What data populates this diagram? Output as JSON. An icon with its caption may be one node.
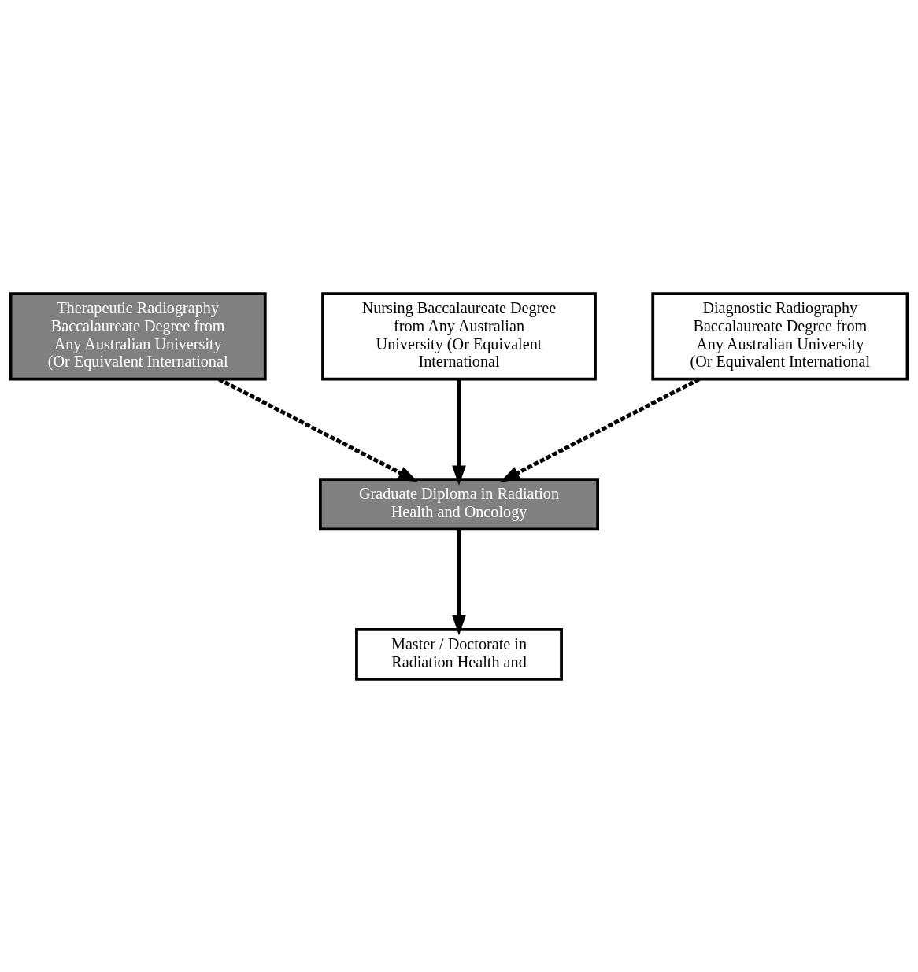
{
  "diagram": {
    "nodes": [
      {
        "text": [
          "Nursing Baccalaureate Degree from Any Australian University (Or Equivalent International"
        ]
      },
      {
        "text": [
          "Therapeutic Radiography Baccalaureate Degree from Any Australian University (Or Equivalent International"
        ]
      },
      {
        "text": [
          "Diagnostic Radiography Baccalaureate Degree from Any Australian University (Or Equivalent International"
        ]
      },
      {
        "text": [
          "Graduate Diploma in Radiation Health and Oncology"
        ]
      },
      {
        "text": [
          "Master / Doctorate in Radiation Health and"
        ]
      }
    ],
    "edges": [
      {
        "from": 1,
        "to": 3,
        "arrow": "to",
        "style": "dashed"
      },
      {
        "from": 0,
        "to": 3,
        "arrow": "to"
      },
      {
        "from": 2,
        "to": 3,
        "arrow": "to",
        "style": "dashed"
      },
      {
        "from": 3,
        "to": 4,
        "arrow": "to"
      }
    ]
  }
}
